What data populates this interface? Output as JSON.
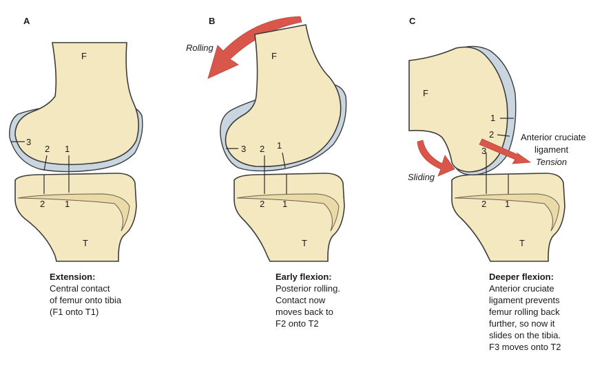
{
  "panels": [
    {
      "letter": "A",
      "femur": "F",
      "tibia": "T",
      "femur_points": [
        "1",
        "2",
        "3"
      ],
      "tibia_points": [
        "1",
        "2"
      ],
      "caption_title": "Extension:",
      "caption_lines": [
        "Central contact",
        "of femur onto tibia",
        "(F1 onto T1)"
      ]
    },
    {
      "letter": "B",
      "femur": "F",
      "tibia": "T",
      "femur_points": [
        "1",
        "2",
        "3"
      ],
      "tibia_points": [
        "1",
        "2"
      ],
      "motion_label": "Rolling",
      "caption_title": "Early flexion:",
      "caption_lines": [
        "Posterior rolling.",
        "Contact now",
        "moves back to",
        "F2 onto T2"
      ]
    },
    {
      "letter": "C",
      "femur": "F",
      "tibia": "T",
      "femur_points": [
        "1",
        "2",
        "3"
      ],
      "tibia_points": [
        "1",
        "2"
      ],
      "motion_label": "Sliding",
      "ligament_label_1": "Anterior cruciate",
      "ligament_label_2": "ligament",
      "ligament_tension": "Tension",
      "caption_title": "Deeper flexion:",
      "caption_lines": [
        "Anterior cruciate",
        "ligament prevents",
        "femur rolling back",
        "further, so now it",
        "slides on the tibia.",
        "F3 moves onto T2"
      ]
    }
  ],
  "colors": {
    "bone": "#f4e8c1",
    "cartilage": "#c9d6e0",
    "arrow": "#d9574a"
  }
}
